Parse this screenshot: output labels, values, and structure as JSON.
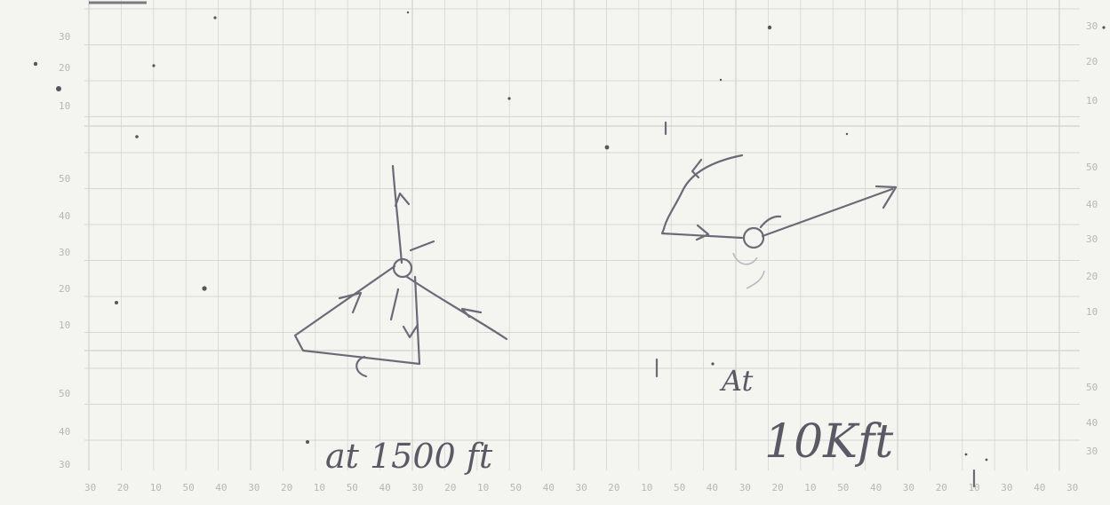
{
  "left_ticks": {
    "top": [
      "30",
      "20",
      "10"
    ],
    "middle": [
      "50",
      "40",
      "30",
      "20",
      "10"
    ],
    "bottom": [
      "50",
      "40",
      "30"
    ]
  },
  "right_ticks": {
    "top": [
      "30",
      "20",
      "10"
    ],
    "middle": [
      "50",
      "40",
      "30",
      "20",
      "10"
    ],
    "bottom": [
      "50",
      "40",
      "30"
    ]
  },
  "bottom_ticks": [
    "30",
    "20",
    "10",
    "50",
    "40",
    "30",
    "20",
    "10",
    "50",
    "40",
    "30",
    "20",
    "10",
    "50",
    "40",
    "30",
    "20",
    "10",
    "50",
    "40",
    "30",
    "20",
    "10",
    "50",
    "40",
    "30",
    "20",
    "10",
    "30",
    "40",
    "30"
  ],
  "annotations": {
    "low_altitude": "at 1500 ft",
    "high_altitude_line1": "At",
    "high_altitude_line2": "10Kft"
  },
  "colors": {
    "paper": "#f4f4f1",
    "grid": "#d6d6d2",
    "pencil": "#6b6b76",
    "tick_text": "#b7b7b2"
  }
}
